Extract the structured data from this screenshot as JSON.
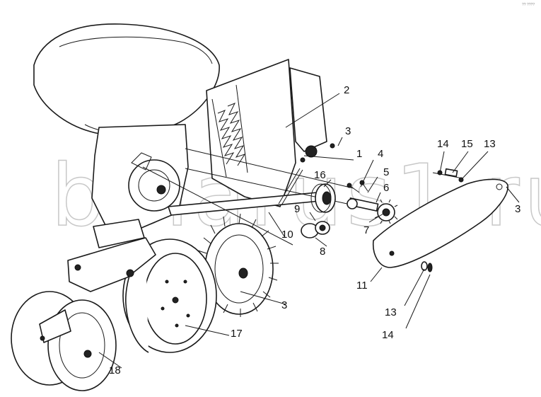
{
  "watermark": "belarus1.ru",
  "corner_mark": "?? ????",
  "callouts": {
    "c1": "1",
    "c2": "2",
    "c3a": "3",
    "c3b": "3",
    "c3c": "3",
    "c4": "4",
    "c5": "5",
    "c6": "6",
    "c7": "7",
    "c8": "8",
    "c9": "9",
    "c10": "10",
    "c11": "11",
    "c13a": "13",
    "c13b": "13",
    "c14a": "14",
    "c14b": "14",
    "c15": "15",
    "c16": "16",
    "c17": "17",
    "c18": "18"
  }
}
